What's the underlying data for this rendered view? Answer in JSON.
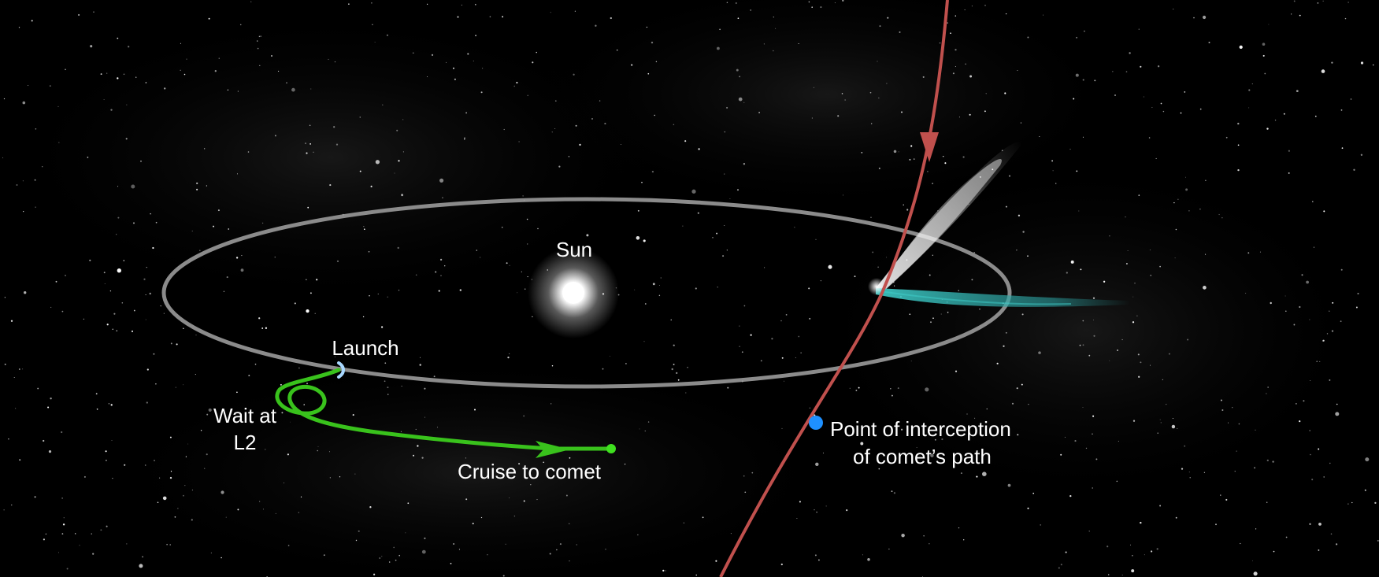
{
  "labels": {
    "sun": "Sun",
    "launch": "Launch",
    "wait_line1": "Wait at",
    "wait_line2": "L2",
    "cruise": "Cruise to comet",
    "intercept_line1": "Point of interception",
    "intercept_line2": "of comet’s path"
  },
  "colors": {
    "background": "#000000",
    "earth_orbit": "#9a9a9a",
    "comet_path": "#c0504d",
    "spacecraft_path": "#39c21c",
    "interception_point": "#1e90ff",
    "launch_marker": "#a8d8ff",
    "comet_ion_tail": "#2ba6a6",
    "comet_dust_tail": "#d8d8d8"
  },
  "icons": {
    "sun": "sun-glow-icon",
    "comet": "comet-icon",
    "launch": "launch-marker-icon",
    "arrow": "direction-arrow-icon",
    "point": "interception-dot-icon"
  }
}
